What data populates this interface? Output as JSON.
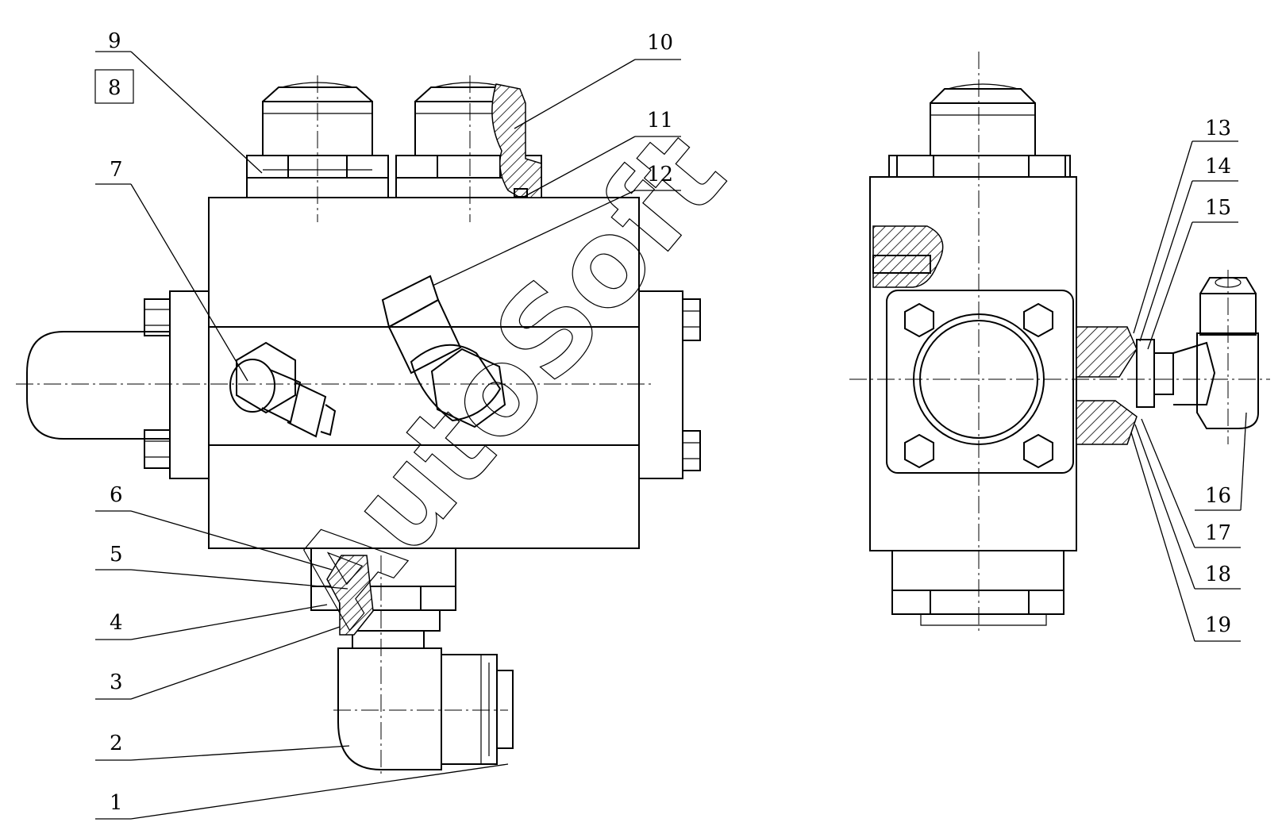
{
  "watermark": "AutoSoft",
  "callouts": {
    "c1": "1",
    "c2": "2",
    "c3": "3",
    "c4": "4",
    "c5": "5",
    "c6": "6",
    "c7": "7",
    "c8": "8",
    "c9": "9",
    "c10": "10",
    "c11": "11",
    "c12": "12",
    "c13": "13",
    "c14": "14",
    "c15": "15",
    "c16": "16",
    "c17": "17",
    "c18": "18",
    "c19": "19"
  }
}
